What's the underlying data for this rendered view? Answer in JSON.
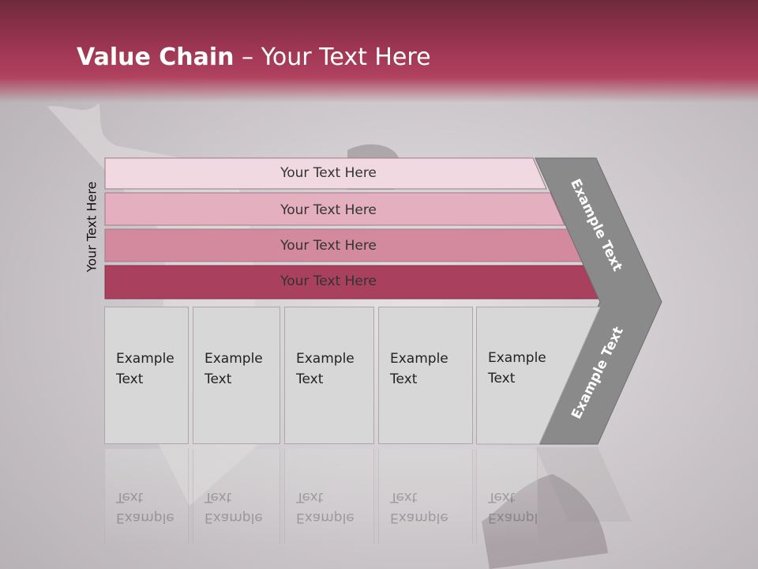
{
  "title": {
    "bold": "Value Chain",
    "rest": " – Your Text Here"
  },
  "side_label": "Your Text Here",
  "bands": [
    {
      "label": "Your Text Here",
      "color": "#f0d9e0"
    },
    {
      "label": "Your Text Here",
      "color": "#e4b0c0"
    },
    {
      "label": "Your Text Here",
      "color": "#d38a9f"
    },
    {
      "label": "Your Text Here",
      "color": "#a8405e"
    }
  ],
  "boxes": [
    {
      "label": "Example Text"
    },
    {
      "label": "Example Text"
    },
    {
      "label": "Example Text"
    },
    {
      "label": "Example Text"
    },
    {
      "label": "Example Text"
    }
  ],
  "arrow": {
    "top_label": "Example Text",
    "bottom_label": "Example Text",
    "color": "#8a8a8a"
  },
  "colors": {
    "header": "#9c3552",
    "box": "#d7d7d8"
  }
}
